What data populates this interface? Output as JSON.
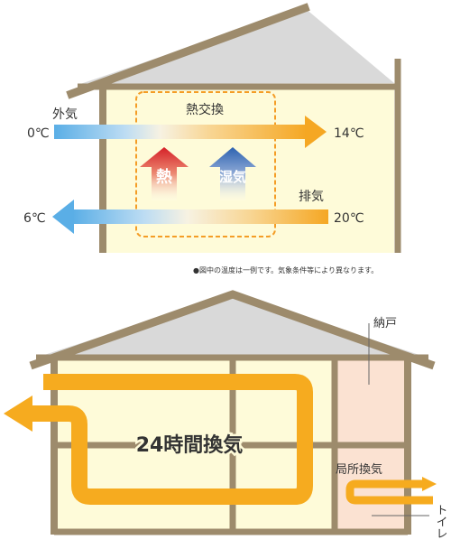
{
  "top_diagram": {
    "exchange_label": "熱交換",
    "outside_air_label": "外気",
    "outside_temp_in": "0℃",
    "supply_temp": "14℃",
    "exhaust_label": "排気",
    "exhaust_temp_room": "20℃",
    "exhaust_temp_out": "6℃",
    "heat_badge": "熱",
    "humidity_badge": "湿気"
  },
  "footnote": "●図中の温度は一例です。気象条件等により異なります。",
  "bottom_diagram": {
    "main_ventilation_label": "24時間換気",
    "storage_label": "納戸",
    "local_ventilation_label": "局所換気",
    "toilet_label": "トイレ"
  },
  "colors": {
    "roof": "#d9d9d9",
    "frame": "#9d8b6c",
    "wall": "#fefbd9",
    "storage_room": "#fbe2d2",
    "airflow": "#f6ab1f",
    "cool_air": "#6ab0e3",
    "heat": "#d6252c",
    "humidity": "#2e64b2"
  }
}
